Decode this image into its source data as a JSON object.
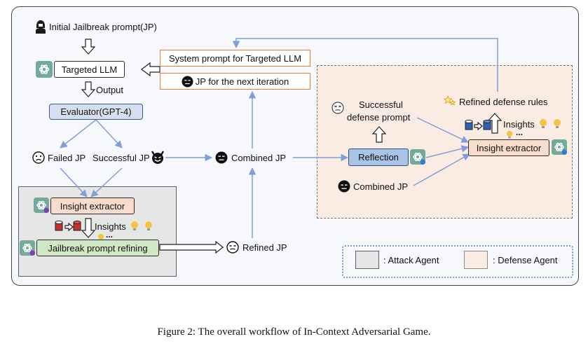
{
  "caption": "Figure 2: The overall workflow of In-Context Adversarial Game.",
  "nodes": {
    "initial_jp": "Initial Jailbreak prompt(JP)",
    "targeted_llm": "Targeted LLM",
    "output": "Output",
    "evaluator": "Evaluator(GPT-4)",
    "failed_jp": "Failed JP",
    "successful_jp": "Successful JP",
    "combined_jp_center": "Combined JP",
    "system_prompt": "System prompt for Targeted LLM",
    "jp_next_iteration": "JP for the next iteration",
    "insight_extractor_attack": "Insight extractor",
    "insights_attack": "Insights",
    "jailbreak_refining": "Jailbreak prompt refining",
    "refined_jp": "Refined JP",
    "successful_defense_prompt_line1": "Successful",
    "successful_defense_prompt_line2": "defense prompt",
    "reflection": "Reflection",
    "combined_jp_defense": "Combined JP",
    "refined_defense_rules": "Refined defense rules",
    "insights_defense": "Insights",
    "insight_extractor_defense": "Insight extractor",
    "ellipsis": "..."
  },
  "legend": {
    "attack": ": Attack Agent",
    "defense": ": Defense Agent"
  },
  "colors": {
    "arrow_blue": "#7f9fd6",
    "evaluator_fill": "#d6dff0",
    "reflection_fill": "#a9c4e6",
    "peach_fill": "#f9dccb",
    "green_fill": "#cfe7c2",
    "orange_border": "#ec7d31",
    "attack_zone": "#e6e6e6",
    "defense_zone": "#faebe3"
  },
  "icons": [
    "hacker-icon",
    "openai-logo-icon",
    "devil-face-icon",
    "sad-face-icon",
    "neutral-face-icon",
    "dizzy-face-icon",
    "stars-icon",
    "lightbulb-icon",
    "database-icon"
  ]
}
